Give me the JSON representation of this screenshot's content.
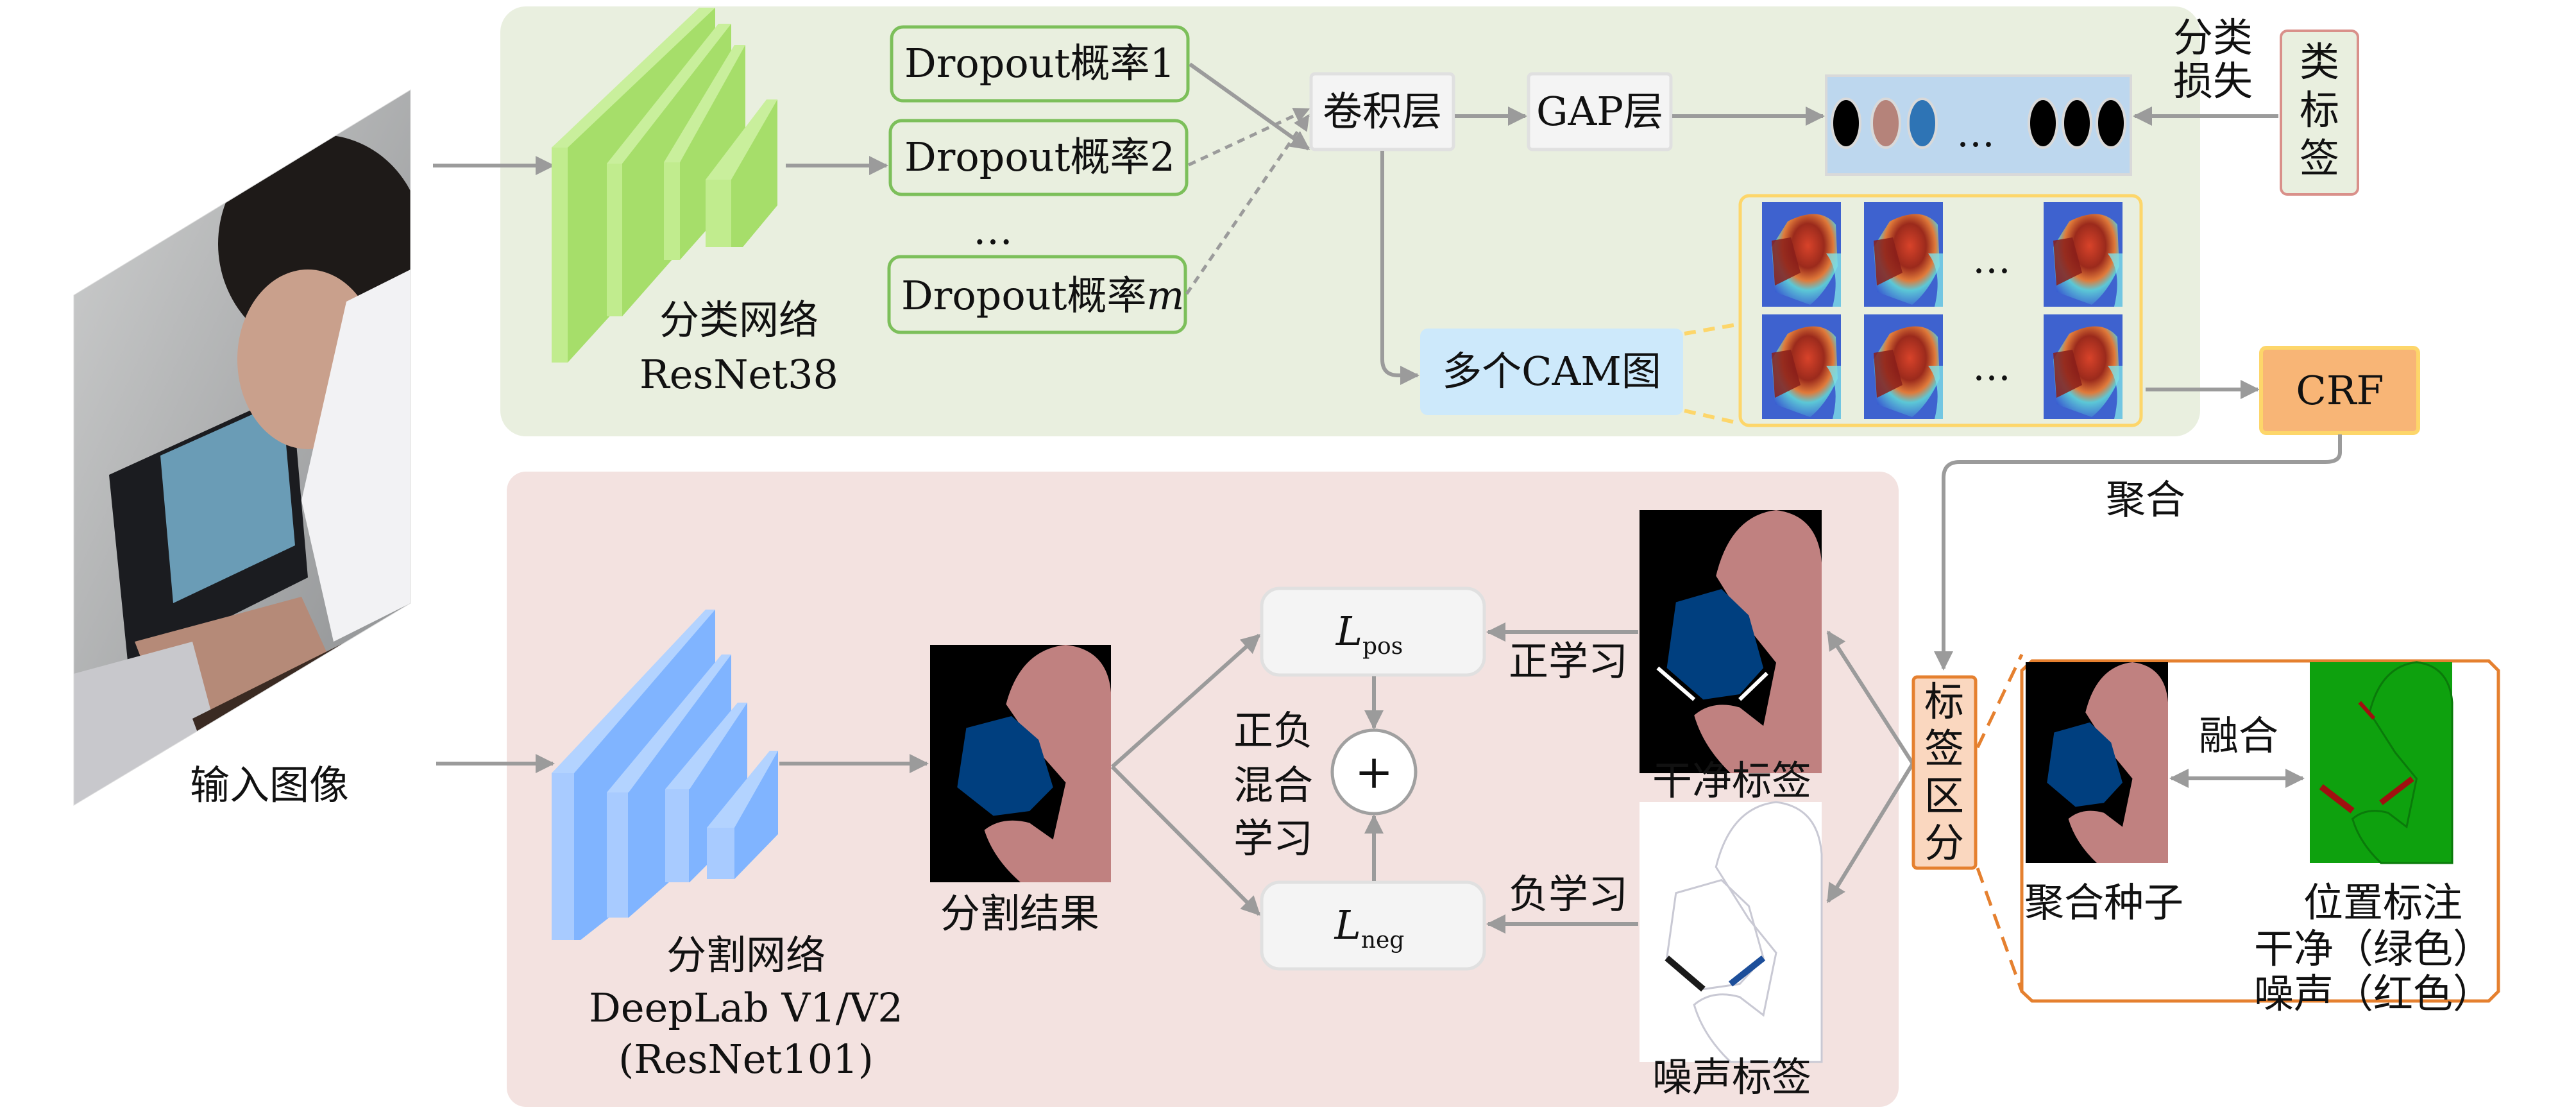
{
  "figure": {
    "input_image_label": "输入图像",
    "classification_network": {
      "name_cn": "分类网络",
      "model": "ResNet38",
      "color": "#a6de6a"
    },
    "dropout_boxes": [
      {
        "prefix": "Dropout概率",
        "suffix": "1",
        "edge_style": "solid"
      },
      {
        "prefix": "Dropout概率",
        "suffix": "2",
        "edge_style": "dashed"
      },
      {
        "prefix": "Dropout概率",
        "suffix": "m",
        "edge_style": "dashed"
      }
    ],
    "dropout_ellipsis": "…",
    "conv_layer": "卷积层",
    "gap_layer": "GAP层",
    "class_vector": {
      "dots_colors": [
        "#000000",
        "#b5837a",
        "#2e74b5",
        "#000000",
        "#000000",
        "#000000"
      ],
      "ellipsis": "…"
    },
    "classification_loss": [
      "分类",
      "损失"
    ],
    "class_label": [
      "类",
      "标",
      "签"
    ],
    "cam_group": {
      "ellipsis": "…",
      "rows": 2,
      "visible_columns": 3
    },
    "multi_cam_label": "多个CAM图",
    "crf_label": "CRF",
    "aggregate_label": "聚合",
    "segmentation_network": {
      "name_cn": "分割网络",
      "model": "DeepLab V1/V2",
      "backbone": "(ResNet101)",
      "color": "#80b4ff"
    },
    "segmentation_result_label": "分割结果",
    "loss_pos": {
      "symbol": "L",
      "subscript": "pos"
    },
    "loss_neg": {
      "symbol": "L",
      "subscript": "neg"
    },
    "plus_symbol": "+",
    "mixed_learning": [
      "正负",
      "混合",
      "学习"
    ],
    "positive_learning": "正学习",
    "negative_learning": "负学习",
    "clean_label": "干净标签",
    "noisy_label": "噪声标签",
    "label_discrimination": [
      "标",
      "签",
      "区",
      "分"
    ],
    "detail": {
      "aggregated_seed": "聚合种子",
      "fusion": "融合",
      "position_annotation": "位置标注",
      "clean_note": "干净（绿色）",
      "noise_note": "噪声（红色）"
    },
    "colors": {
      "green_panel": "#e9efdf",
      "pink_panel": "#f3e2e0",
      "arrow_gray": "#9b9b9b",
      "dropout_border": "#7cbf5a",
      "class_label_border": "#d9908a",
      "cam_border": "#fdd66a",
      "multi_cam_fill": "#cde9fb",
      "crf_fill": "#f8b576",
      "crf_border": "#fdd66a",
      "discrim_fill": "#fad7bf",
      "discrim_border": "#e5802f",
      "seg_background": "#000000",
      "seg_person": "#c08180",
      "seg_monitor": "#003f7f",
      "annot_green": "#0ea10e",
      "annot_red": "#a01010"
    }
  }
}
